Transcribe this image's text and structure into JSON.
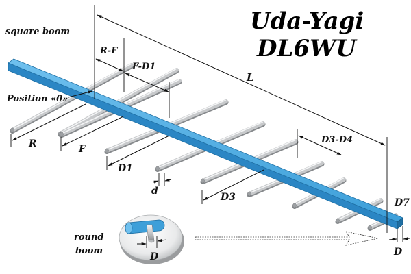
{
  "title": {
    "line1": "Uda-Yagi",
    "line2": "DL6WU"
  },
  "labels": {
    "square_boom": "square boom",
    "position_zero": "Position «0»",
    "round_boom_line1": "round",
    "round_boom_line2": "boom"
  },
  "dimensions": {
    "L": "L",
    "R_F": "R-F",
    "F_D1": "F-D1",
    "R": "R",
    "F": "F",
    "D1": "D1",
    "D3": "D3",
    "D3_D4": "D3-D4",
    "d": "d",
    "D7": "D7",
    "D_right": "D",
    "D_round": "D"
  },
  "colors": {
    "boom": "#2f8fcf",
    "element": "#c4c7c9",
    "text": "#111111"
  }
}
